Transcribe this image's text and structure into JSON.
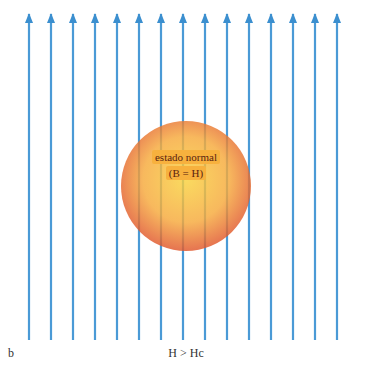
{
  "diagram": {
    "nodes": [
      {
        "text": [
          "estado normal",
          "(B = H)"
        ]
      }
    ],
    "labels": [
      "b",
      "H > Hc"
    ]
  }
}
